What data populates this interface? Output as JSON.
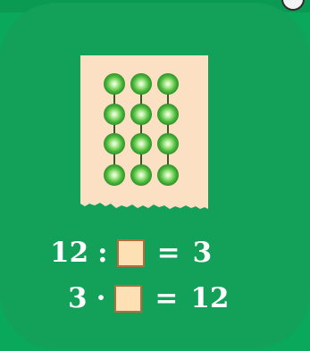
{
  "colors": {
    "background": "#09a85a",
    "panel": "#13a15a",
    "card": "#fbe0c4",
    "bead": "#4dbb3c",
    "answer_box_fill": "#fde1b5",
    "answer_box_border": "#b56b3a",
    "text": "#ffffff"
  },
  "card": {
    "columns": 3,
    "beads_per_column": 4,
    "total_beads": 12
  },
  "equations": [
    {
      "left": "12",
      "operator": ":",
      "equals": "=",
      "right": "3",
      "answer": ""
    },
    {
      "left": "3",
      "operator": "·",
      "equals": "=",
      "right": "12",
      "answer": ""
    }
  ]
}
